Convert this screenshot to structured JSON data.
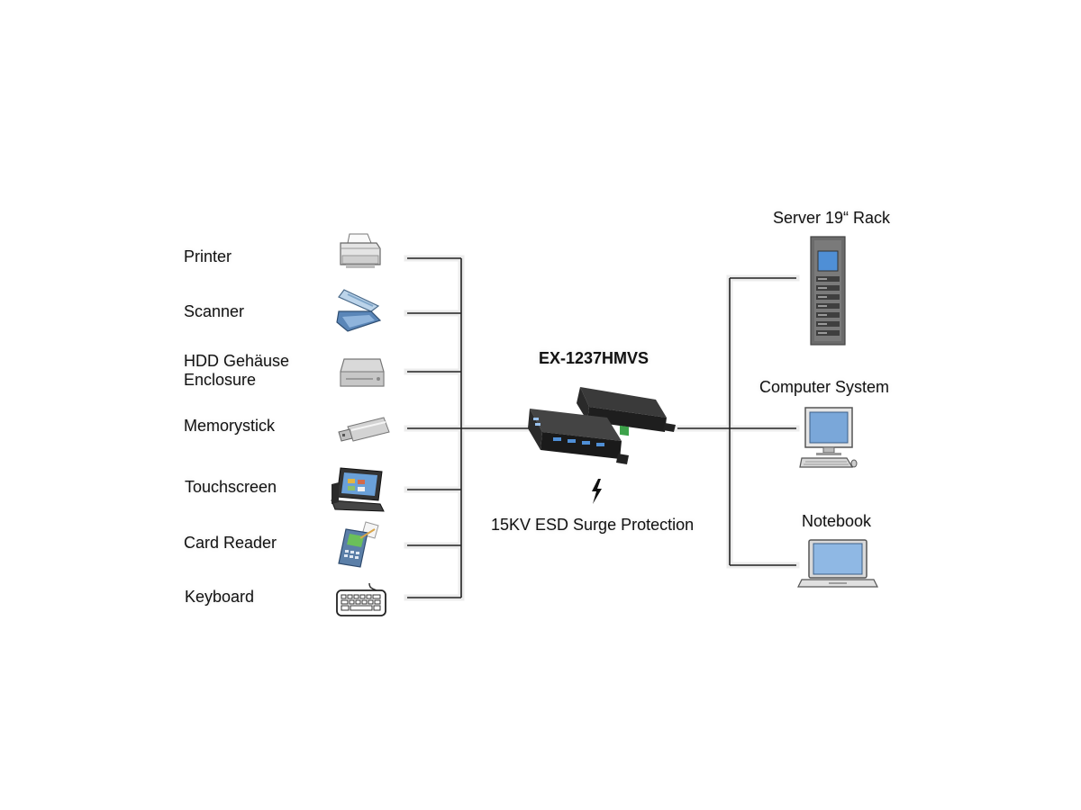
{
  "hub": {
    "model": "EX-1237HMVS",
    "protection": "15KV ESD Surge Protection",
    "icons": [
      "usb-hub-icon",
      "lightning-bolt-icon"
    ]
  },
  "peripherals": [
    {
      "label": "Printer",
      "icon": "printer-icon"
    },
    {
      "label": "Scanner",
      "icon": "scanner-icon"
    },
    {
      "label": "HDD Gehäuse\nEnclosure",
      "icon": "hdd-enclosure-icon"
    },
    {
      "label": "Memorystick",
      "icon": "usb-memorystick-icon"
    },
    {
      "label": "Touchscreen",
      "icon": "touchscreen-pos-icon"
    },
    {
      "label": "Card Reader",
      "icon": "card-reader-icon"
    },
    {
      "label": "Keyboard",
      "icon": "keyboard-icon"
    }
  ],
  "hosts": [
    {
      "label": "Server 19“ Rack",
      "icon": "server-rack-icon"
    },
    {
      "label": "Computer System",
      "icon": "desktop-computer-icon"
    },
    {
      "label": "Notebook",
      "icon": "notebook-icon"
    }
  ],
  "colors": {
    "line": "#222222",
    "glow": "#e6e6e6",
    "device_dark": "#2b2b2b",
    "screen_blue": "#4f8fd6",
    "terminal_green": "#3da24a"
  }
}
